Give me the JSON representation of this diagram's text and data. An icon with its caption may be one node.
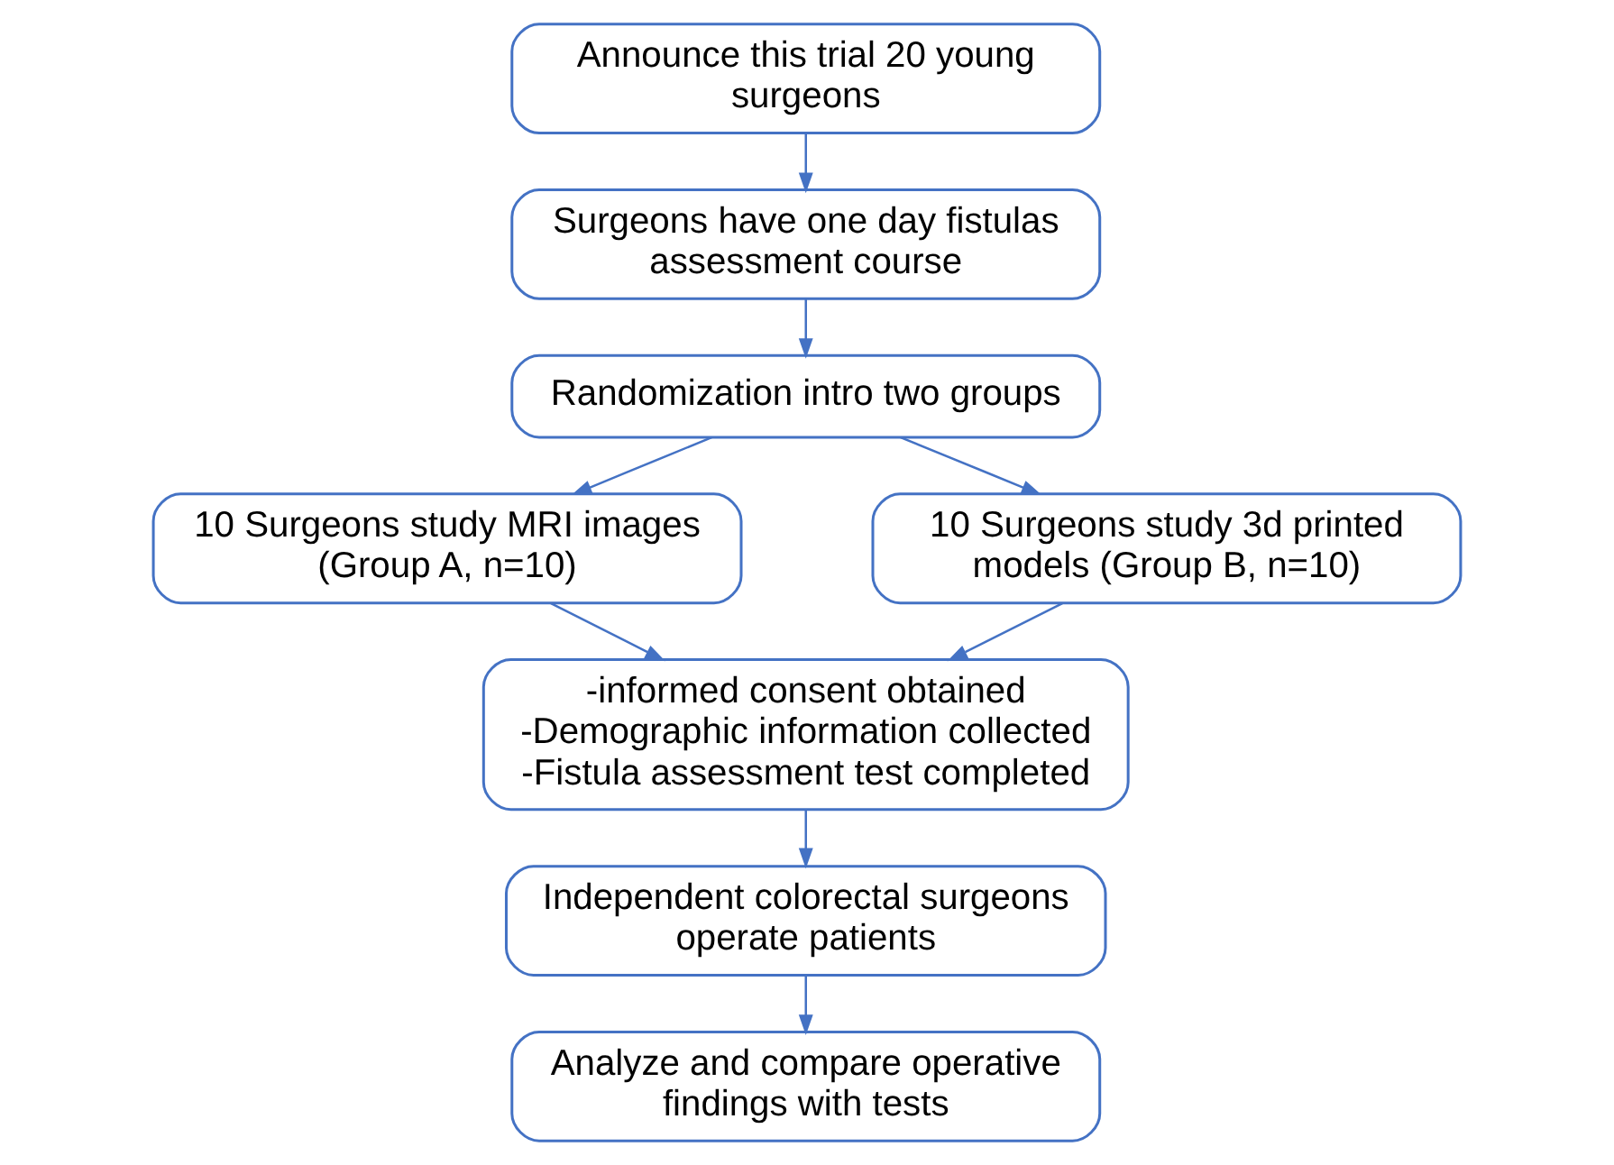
{
  "diagram": {
    "nodes": [
      {
        "text": [
          "Announce this trial 20 young surgeons"
        ]
      },
      {
        "text": [
          "Surgeons have one day fistulas assessment course"
        ]
      },
      {
        "text": [
          "Randomization intro two groups"
        ]
      },
      {
        "text": [
          "10 Surgeons study MRI images (Group A, n=10)"
        ]
      },
      {
        "text": [
          "10 Surgeons study 3d printed models (Group B, n=10)"
        ]
      },
      {
        "text": [
          "-informed consent obtained",
          "-Demographic information collected",
          "-Fistula assessment test completed"
        ]
      },
      {
        "text": [
          "Independent colorectal surgeons operate patients"
        ]
      },
      {
        "text": [
          "Analyze and compare operative findings with tests"
        ]
      }
    ],
    "edges": [
      {
        "from": 0,
        "to": 1,
        "arrow": "to"
      },
      {
        "from": 1,
        "to": 2,
        "arrow": "to"
      },
      {
        "from": 2,
        "to": 3,
        "arrow": "to"
      },
      {
        "from": 2,
        "to": 4,
        "arrow": "to"
      },
      {
        "from": 3,
        "to": 5,
        "arrow": "to"
      },
      {
        "from": 4,
        "to": 5,
        "arrow": "to"
      },
      {
        "from": 5,
        "to": 6,
        "arrow": "to"
      },
      {
        "from": 6,
        "to": 7,
        "arrow": "to"
      }
    ]
  }
}
